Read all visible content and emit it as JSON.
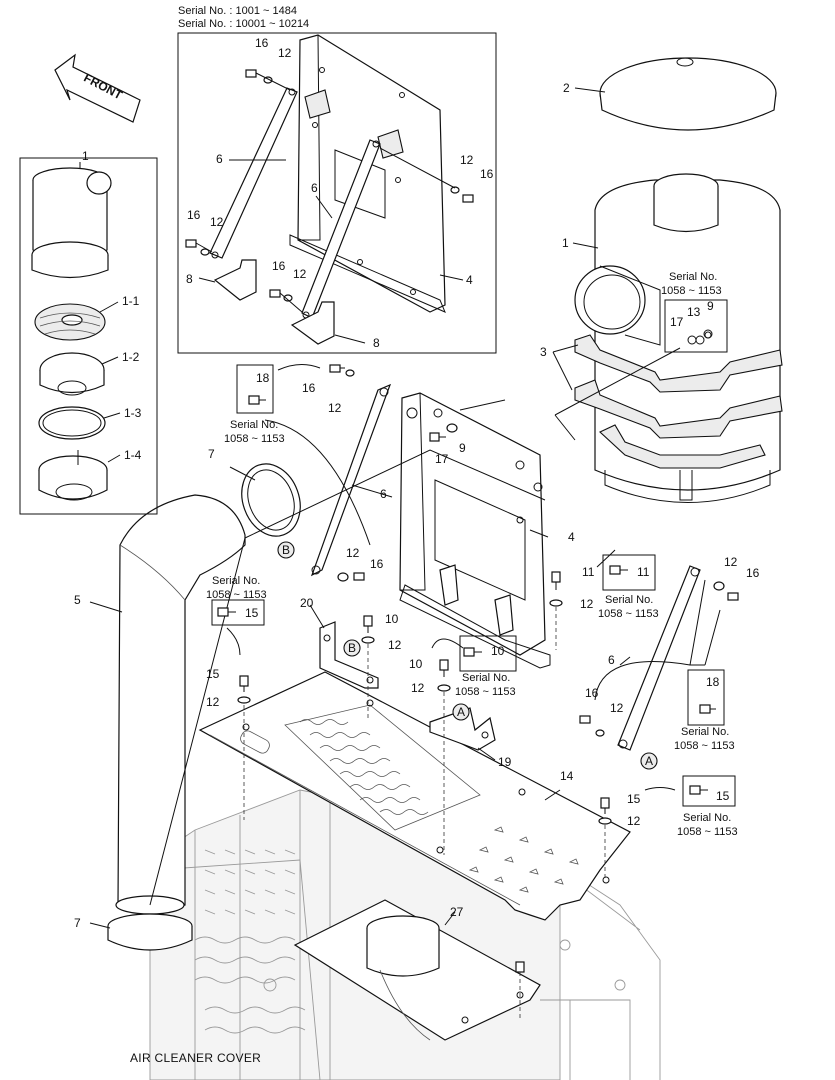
{
  "header": {
    "serial_line_1": "Serial No. : 1001 ~ 1484",
    "serial_line_2": "Serial No. : 10001 ~ 10214"
  },
  "caption": "AIR CLEANER COVER",
  "front_label": "FRONT",
  "serial_boxes": {
    "label": "Serial No.",
    "range": "1058 ~ 1153"
  },
  "callouts": {
    "c1": "1",
    "c1_1": "1-1",
    "c1_2": "1-2",
    "c1_3": "1-3",
    "c1_4": "1-4",
    "c2": "2",
    "c3": "3",
    "c4": "4",
    "c5": "5",
    "c6": "6",
    "c7": "7",
    "c8": "8",
    "c9": "9",
    "c10": "10",
    "c11": "11",
    "c12": "12",
    "c13": "13",
    "c14": "14",
    "c15": "15",
    "c16": "16",
    "c17": "17",
    "c18": "18",
    "c19": "19",
    "c20": "20",
    "c27": "27"
  },
  "markers": {
    "a": "A",
    "b": "B"
  },
  "colors": {
    "ink": "#111111",
    "background": "#ffffff",
    "structure": "#9a9a9a"
  }
}
